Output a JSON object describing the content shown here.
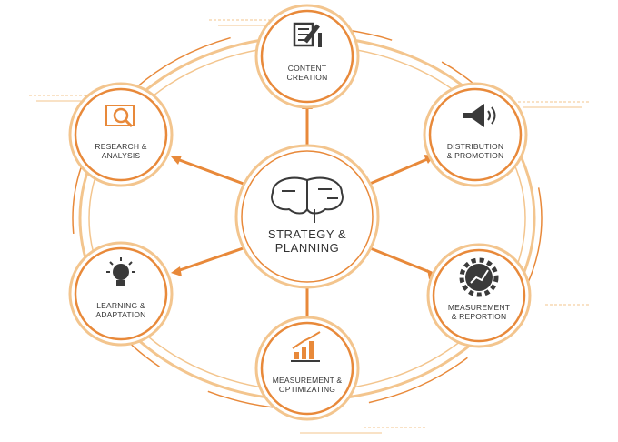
{
  "center": {
    "line1": "STRATEGY &",
    "line2": "PLANNING",
    "icon": "brain-circuit-icon"
  },
  "nodes": [
    {
      "line1": "CONTENT",
      "line2": "CREATION",
      "icon": "document-pencil-icon"
    },
    {
      "line1": "DISTRIBUTION",
      "line2": "& PROMOTION",
      "icon": "megaphone-icon"
    },
    {
      "line1": "MEASUREMENT",
      "line2": "& REPORTION",
      "icon": "gear-chart-icon"
    },
    {
      "line1": "MEASUREMENT &",
      "line2": "OPTIMIZATING",
      "icon": "bar-chart-icon"
    },
    {
      "line1": "LEARNING &",
      "line2": "ADAPTATION",
      "icon": "lightbulb-icon"
    },
    {
      "line1": "RESEARCH &",
      "line2": "ANALYSIS",
      "icon": "magnifier-document-icon"
    }
  ],
  "colors": {
    "accent": "#E8893A",
    "light": "#F3C58E",
    "icon": "#3a3a3a"
  }
}
